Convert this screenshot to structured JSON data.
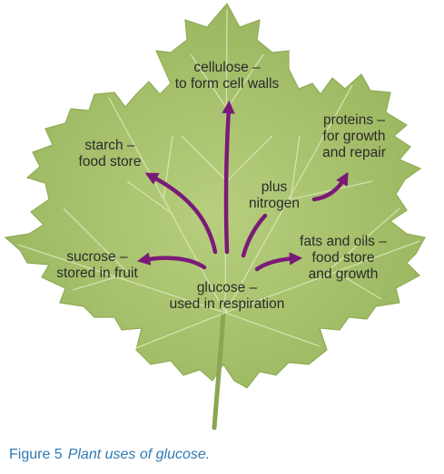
{
  "colors": {
    "leaf": "#a6c06a",
    "leaf_edge": "#8fac55",
    "vein": "#d8e6b4",
    "arrow": "#7a1a78",
    "caption": "#2e7ab5"
  },
  "labels": {
    "cellulose": [
      "cellulose –",
      "to form cell walls"
    ],
    "starch": [
      "starch –",
      "food store"
    ],
    "proteins": [
      "proteins –",
      "for growth",
      "and repair"
    ],
    "nitrogen": [
      "plus",
      "nitrogen"
    ],
    "sucrose": [
      "sucrose –",
      "stored in fruit"
    ],
    "fats": [
      "fats and oils –",
      "food store",
      "and growth"
    ],
    "glucose": [
      "glucose –",
      "used in respiration"
    ]
  },
  "caption": {
    "number": "Figure 5",
    "text": "Plant uses of glucose."
  }
}
